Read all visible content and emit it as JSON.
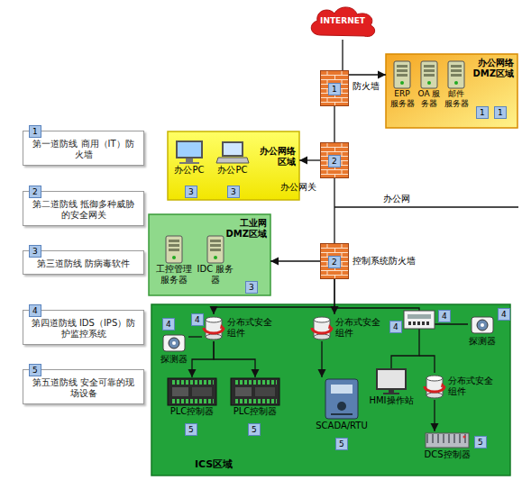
{
  "diagram": {
    "nodes": [
      {
        "text": [
          "INTERNET"
        ]
      },
      {
        "text": [
          "防火墙"
        ]
      },
      {
        "text": [
          "办公网络 DMZ区域"
        ]
      },
      {
        "text": [
          "ERP 服务器"
        ],
        "in": 2
      },
      {
        "text": [
          "OA 服务器"
        ],
        "in": 2
      },
      {
        "text": [
          "邮件 服务器"
        ],
        "in": 2
      },
      {
        "text": [
          "办公网络 区域"
        ]
      },
      {
        "text": [
          "办公PC"
        ],
        "in": 6
      },
      {
        "text": [
          "办公PC"
        ],
        "in": 6
      },
      {
        "text": [
          "办公网关"
        ]
      },
      {
        "text": [
          "工业网 DMZ区域"
        ]
      },
      {
        "text": [
          "工控管理 服务器"
        ],
        "in": 10
      },
      {
        "text": [
          "IDC 服务器"
        ],
        "in": 10
      },
      {
        "text": [
          "控制系统防火墙"
        ]
      },
      {
        "text": [
          "ICS区域"
        ]
      },
      {
        "text": [
          "分布式安全组件"
        ],
        "in": 14
      },
      {
        "text": [
          "探测器"
        ],
        "in": 14
      },
      {
        "text": [
          "PLC控制器"
        ],
        "in": 14
      },
      {
        "text": [
          "PLC控制器"
        ],
        "in": 14
      },
      {
        "text": [
          "分布式安全组件"
        ],
        "in": 14
      },
      {
        "text": [
          "SCADA/RTU"
        ],
        "in": 14
      },
      {
        "text": [
          "HMI操作站"
        ],
        "in": 14
      },
      {
        "text": [
          "分布式安全组件"
        ],
        "in": 14
      },
      {
        "text": [
          "探测器"
        ],
        "in": 14
      },
      {
        "text": [
          "DCS控制器"
        ],
        "in": 14
      },
      {
        "text": [
          "1",
          "第一道防线 商用（IT）防火墙"
        ]
      },
      {
        "text": [
          "2",
          "第二道防线 抵御多种威胁的安全网关"
        ]
      },
      {
        "text": [
          "3",
          "第三道防线 防病毒软件"
        ]
      },
      {
        "text": [
          "4",
          "第四道防线 IDS（IPS）防护监控系统"
        ]
      },
      {
        "text": [
          "5",
          "第五道防线 安全可靠的现场设备"
        ]
      }
    ],
    "edges": [
      {
        "from": 0,
        "to": 1,
        "arrow": "none"
      },
      {
        "from": 1,
        "to": 2,
        "arrow": "to"
      },
      {
        "from": 1,
        "to": 9,
        "arrow": "none"
      },
      {
        "from": 9,
        "to": 6,
        "arrow": "to"
      },
      {
        "from": 9,
        "to": 13,
        "arrow": "none"
      },
      {
        "from": 13,
        "to": 10,
        "arrow": "to"
      },
      {
        "from": 13,
        "to": 15,
        "arrow": "to"
      },
      {
        "from": 13,
        "to": 19,
        "arrow": "to"
      },
      {
        "from": 15,
        "to": 16,
        "arrow": "none"
      },
      {
        "from": 15,
        "to": 17,
        "arrow": "to"
      },
      {
        "from": 15,
        "to": 18,
        "arrow": "to"
      },
      {
        "from": 19,
        "to": 20,
        "arrow": "to"
      },
      {
        "from": 22,
        "to": 24,
        "arrow": "to"
      }
    ],
    "labels": [
      "1",
      "1",
      "1",
      "3",
      "3",
      "2",
      "办公网",
      "3",
      "2",
      "4",
      "4",
      "4",
      "4",
      "4",
      "5",
      "5",
      "5",
      "5"
    ]
  }
}
